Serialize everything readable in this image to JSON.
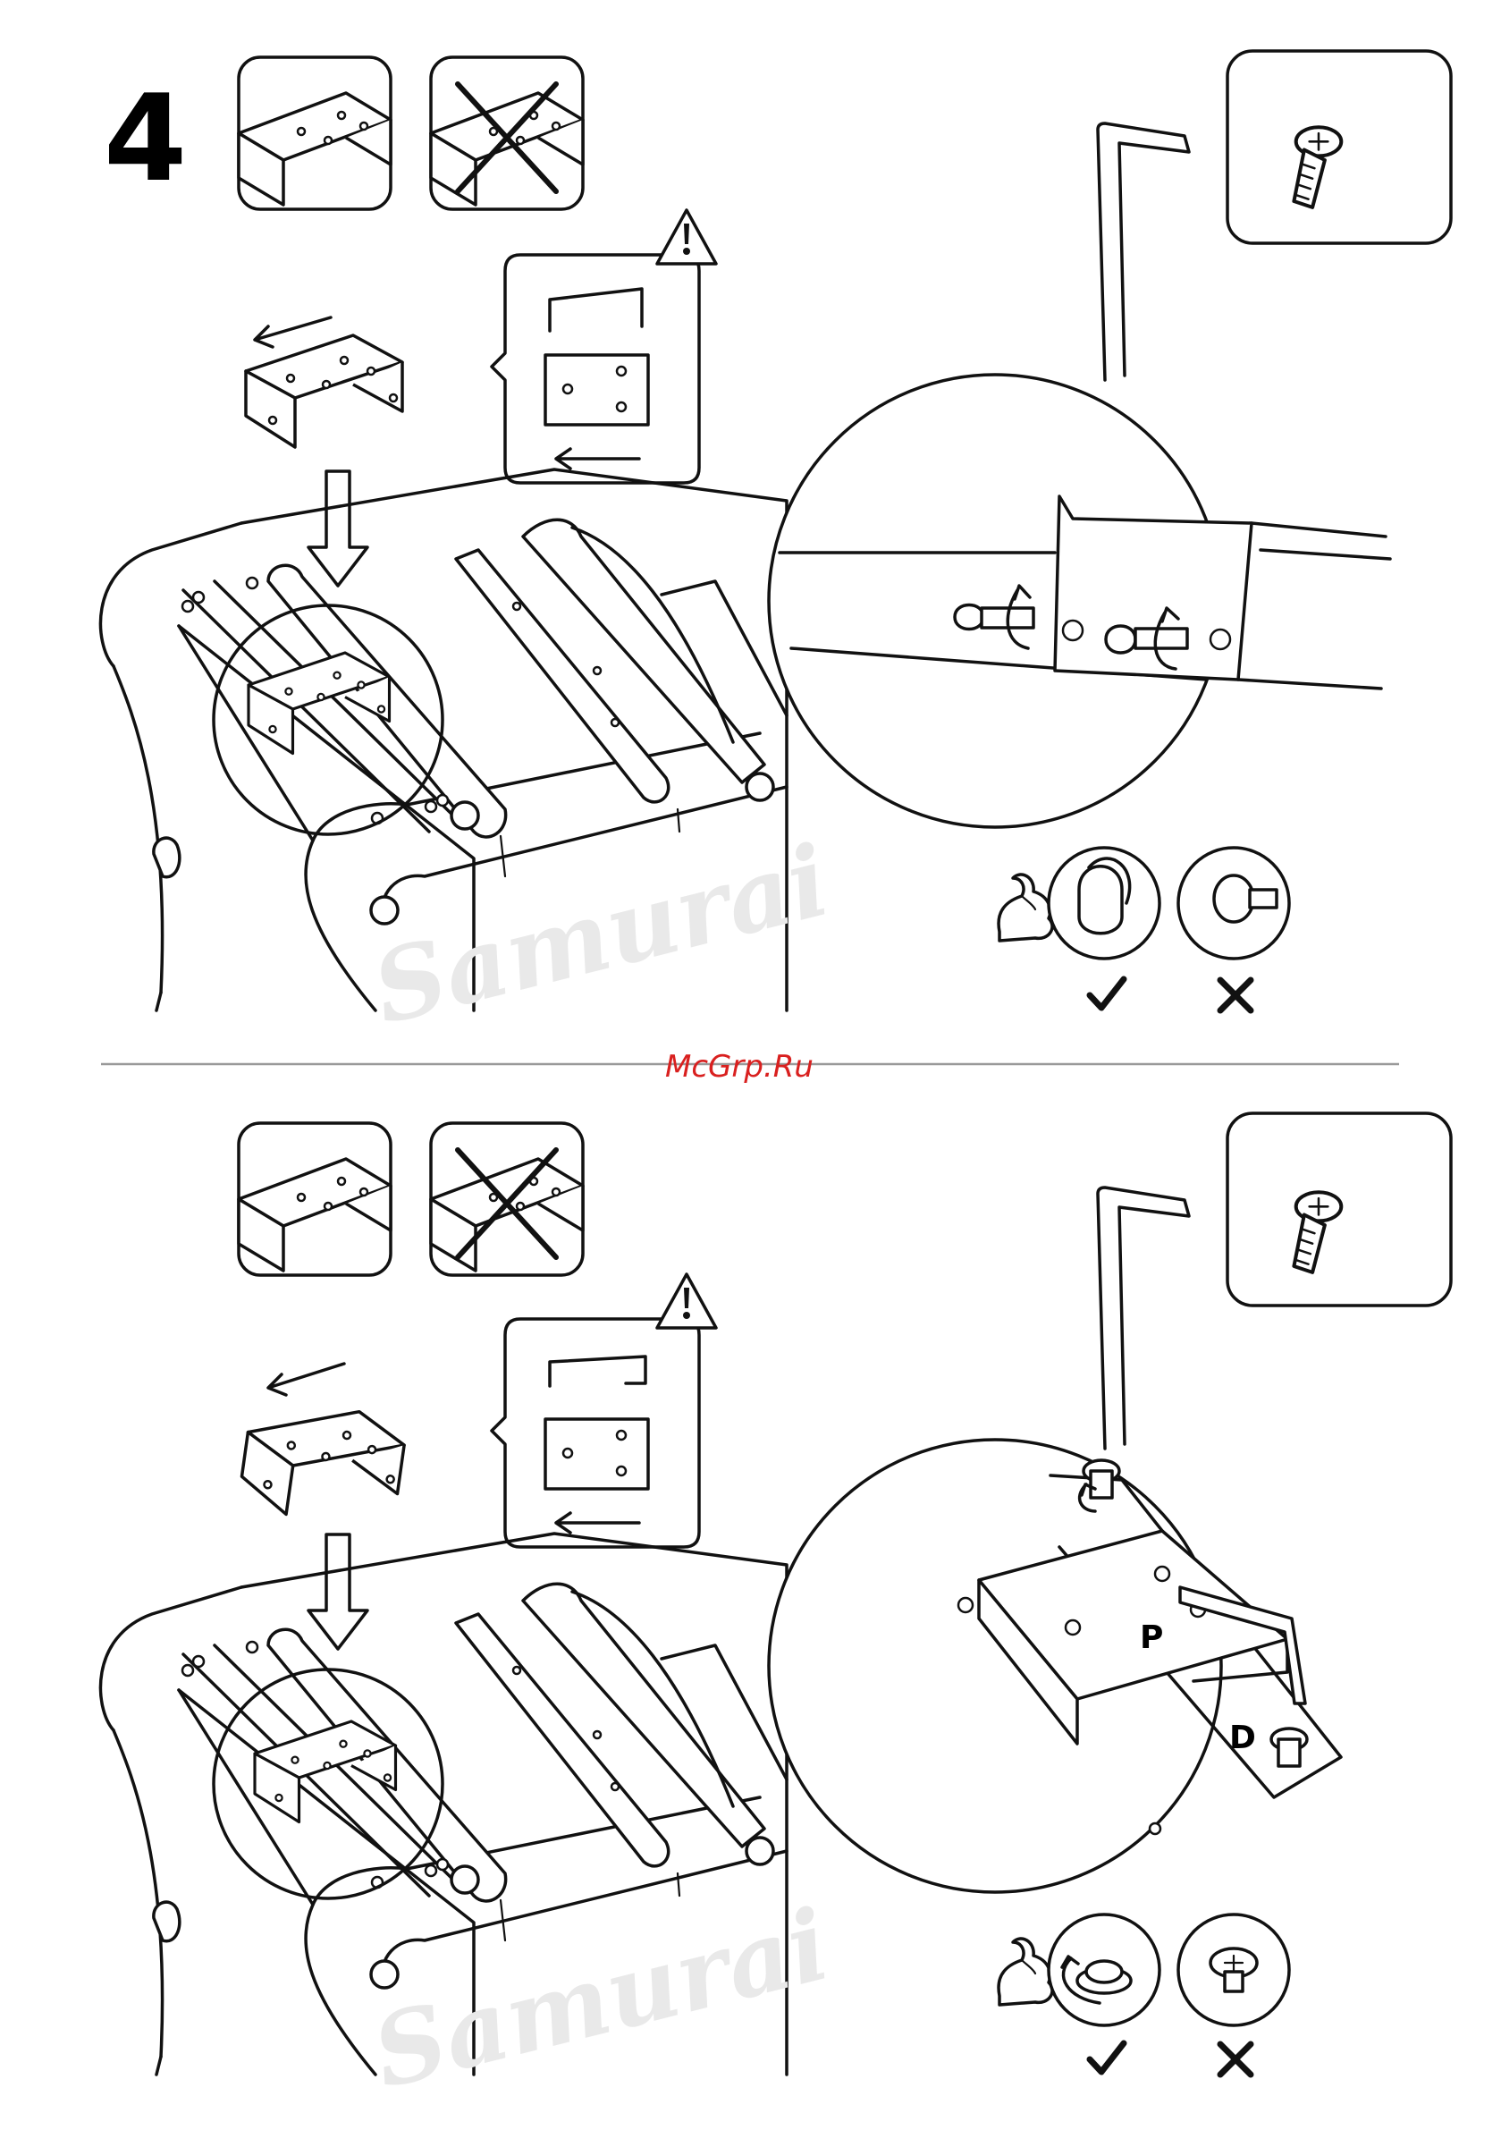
{
  "step": {
    "number": "4"
  },
  "watermark": {
    "text": "McGrp.Ru",
    "color": "#d9201f"
  },
  "brand": {
    "text": "Samurai"
  },
  "panel_bottom": {
    "labels": {
      "bracket": "P",
      "screw": "D"
    }
  },
  "colors": {
    "line": "#111111",
    "background": "#ffffff",
    "divider": "#999999"
  },
  "icons": [
    "warning-icon",
    "screw-icon",
    "hex-key-icon",
    "strength-arm-icon",
    "check-icon",
    "cross-icon",
    "rotate-arrow-icon"
  ]
}
